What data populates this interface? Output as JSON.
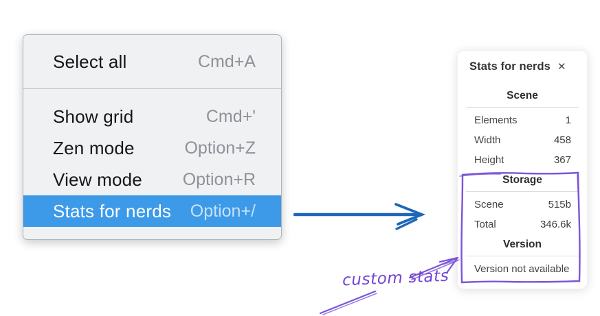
{
  "menu": {
    "groups": [
      {
        "items": [
          {
            "label": "Select all",
            "shortcut": "Cmd+A"
          }
        ]
      },
      {
        "items": [
          {
            "label": "Show grid",
            "shortcut": "Cmd+'"
          },
          {
            "label": "Zen mode",
            "shortcut": "Option+Z"
          },
          {
            "label": "View mode",
            "shortcut": "Option+R"
          },
          {
            "label": "Stats for nerds",
            "shortcut": "Option+/",
            "highlighted": true
          }
        ]
      }
    ]
  },
  "panel": {
    "title": "Stats for nerds",
    "close_glyph": "✕",
    "sections": [
      {
        "heading": "Scene",
        "rows": [
          {
            "label": "Elements",
            "value": "1"
          },
          {
            "label": "Width",
            "value": "458"
          },
          {
            "label": "Height",
            "value": "367"
          }
        ]
      },
      {
        "heading": "Storage",
        "rows": [
          {
            "label": "Scene",
            "value": "515b"
          },
          {
            "label": "Total",
            "value": "346.6k"
          }
        ]
      },
      {
        "heading": "Version",
        "note": "Version not available"
      }
    ]
  },
  "annotation": {
    "label": "custom stats"
  },
  "colors": {
    "menu_highlight": "#3d9ae8",
    "arrow_blue": "#1e66ba",
    "annotation_purple": "#7a55d8"
  }
}
